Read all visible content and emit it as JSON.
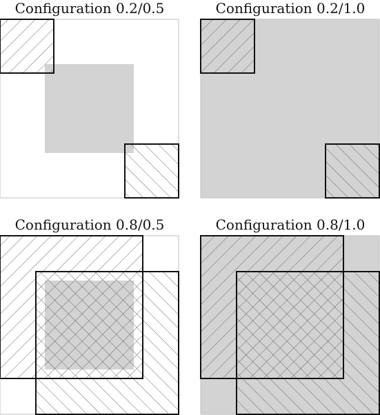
{
  "panels": [
    {
      "title": "Configuration 0.2/0.5",
      "overlap": 0.2,
      "shaded_fraction": 0.5
    },
    {
      "title": "Configuration 0.2/1.0",
      "overlap": 0.2,
      "shaded_fraction": 1.0
    },
    {
      "title": "Configuration 0.8/0.5",
      "overlap": 0.8,
      "shaded_fraction": 0.5
    },
    {
      "title": "Configuration 0.8/1.0",
      "overlap": 0.8,
      "shaded_fraction": 1.0
    }
  ],
  "colors": {
    "background": "#ffffff",
    "shaded_region": "#d3d3d3",
    "hatch_line": "#5a5a5a",
    "square_border": "#111111",
    "panel_border": "#bfbfbf",
    "text": "#111111"
  }
}
